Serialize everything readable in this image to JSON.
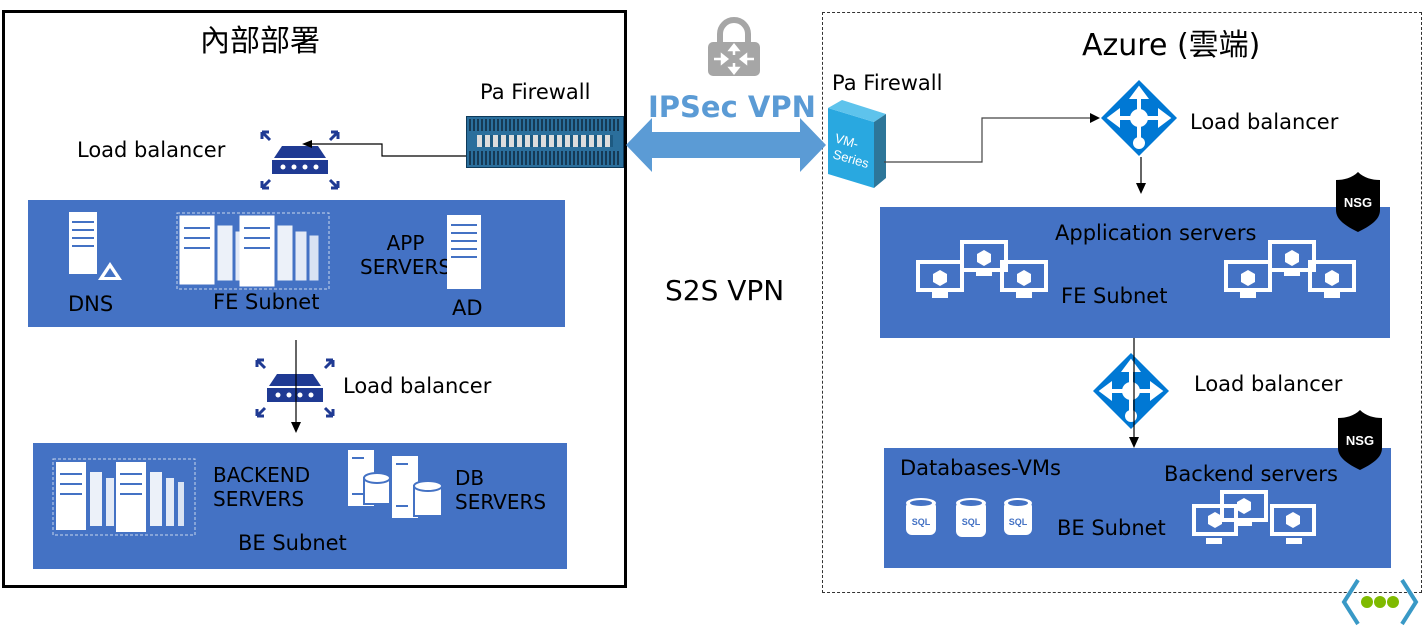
{
  "onprem": {
    "title": "內部部署",
    "firewall_label": "Pa Firewall",
    "lb_top_label": "Load balancer",
    "lb_mid_label": "Load balancer",
    "fe_subnet": {
      "dns_label": "DNS",
      "app_label_1": "APP",
      "app_label_2": "SERVERS",
      "subnet_label": "FE Subnet",
      "ad_label": "AD"
    },
    "be_subnet": {
      "backend_label_1": "BACKEND",
      "backend_label_2": "SERVERS",
      "db_label_1": "DB",
      "db_label_2": "SERVERS",
      "subnet_label": "BE Subnet"
    }
  },
  "connection": {
    "ipsec_label": "IPSec VPN",
    "s2s_label": "S2S VPN"
  },
  "azure": {
    "title": "Azure (雲端)",
    "firewall_label": "Pa Firewall",
    "vm_series_text_1": "VM-",
    "vm_series_text_2": "Series",
    "lb_top_label": "Load balancer",
    "lb_mid_label": "Load balancer",
    "fe_subnet": {
      "app_label": "Application servers",
      "subnet_label": "FE Subnet",
      "nsg_label": "NSG"
    },
    "be_subnet": {
      "db_label": "Databases-VMs",
      "backend_label": "Backend servers",
      "subnet_label": "BE Subnet",
      "nsg_label": "NSG",
      "sql_label": "SQL"
    }
  },
  "colors": {
    "subnet_blue": "#4472C4",
    "vpn_blue": "#5B9BD5",
    "azure_blue": "#0078D4",
    "onprem_icon_navy": "#1F3A93",
    "vnet_green": "#7FBA00"
  }
}
